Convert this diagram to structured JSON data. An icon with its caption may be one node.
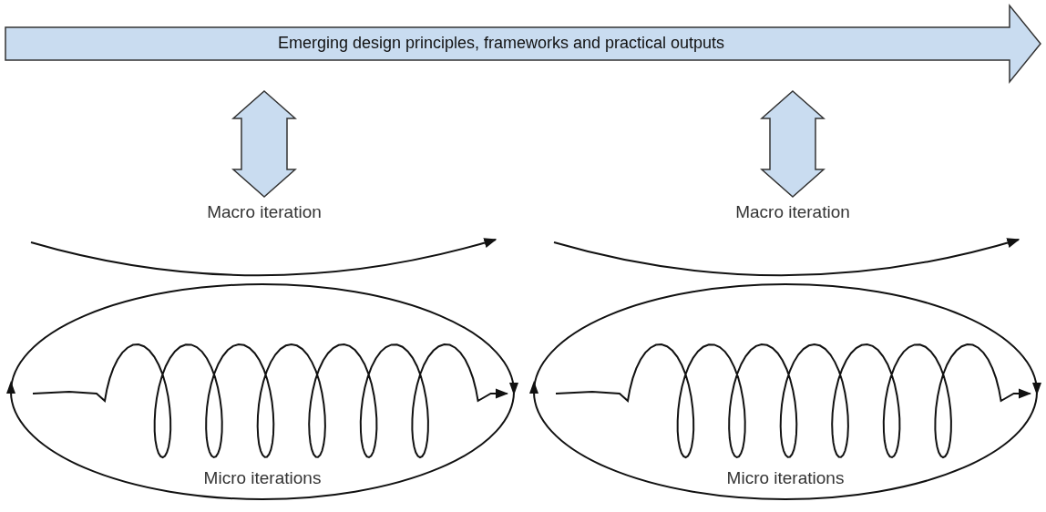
{
  "diagram": {
    "nodes": [
      {
        "text": [
          "Emerging design principles, frameworks and practical outputs"
        ]
      },
      {
        "text": [
          "Macro iteration"
        ]
      },
      {
        "text": [
          "Micro iterations"
        ]
      },
      {
        "text": [
          "Macro iteration"
        ]
      },
      {
        "text": [
          "Micro iterations"
        ]
      }
    ],
    "edges": [
      {
        "from": 0,
        "to": 1,
        "arrow": "both"
      },
      {
        "from": 0,
        "to": 3,
        "arrow": "both"
      }
    ]
  }
}
